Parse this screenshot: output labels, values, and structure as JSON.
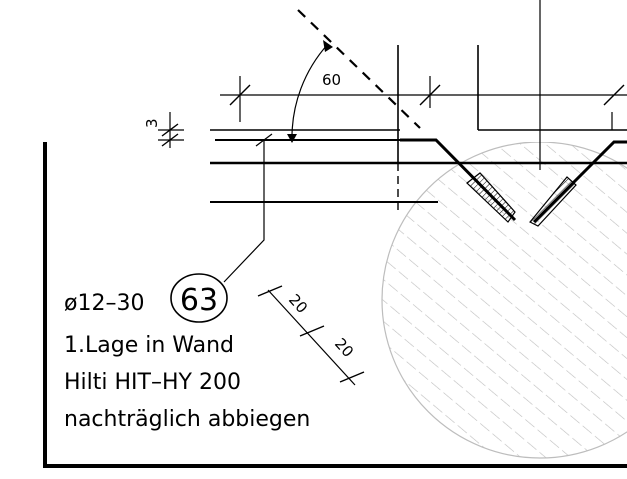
{
  "drawing": {
    "angle_label": "60",
    "dim_small_label": "3",
    "dim_a_label": "20",
    "dim_b_label": "20",
    "bar_spec": "ø12–30",
    "position_number": "63",
    "note_line_1": "1.Lage in Wand",
    "note_line_2": "Hilti HIT–HY 200",
    "note_line_3": "nachträglich abbiegen"
  },
  "colors": {
    "line": "#000000",
    "hatch": "#bdbdbd",
    "background": "#ffffff"
  }
}
